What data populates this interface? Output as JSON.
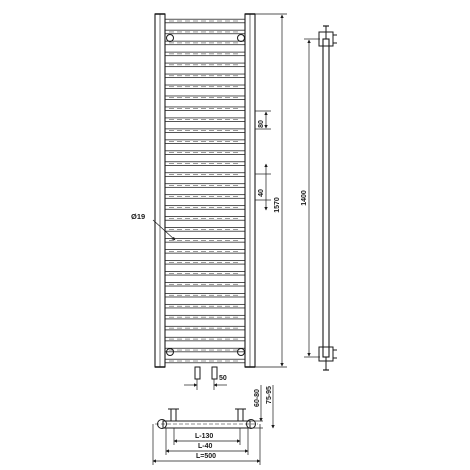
{
  "drawing": {
    "line_color": "#1a1a1a",
    "background": "#ffffff",
    "tube_count": 32
  },
  "labels": {
    "tube_diameter": "Ø19",
    "tube_spacing": "80",
    "tube_gap": "40",
    "overall_height": "1570",
    "connection_spacing": "1400",
    "bottom_connection_offset": "50",
    "wall_distance_min": "60-80",
    "wall_distance_max": "75-95",
    "width_minus_130": "L-130",
    "width_minus_40": "L-40",
    "overall_width": "L=500"
  },
  "icons": {
    "bracket": "wall-bracket-icon",
    "valve": "valve-connection-icon"
  }
}
